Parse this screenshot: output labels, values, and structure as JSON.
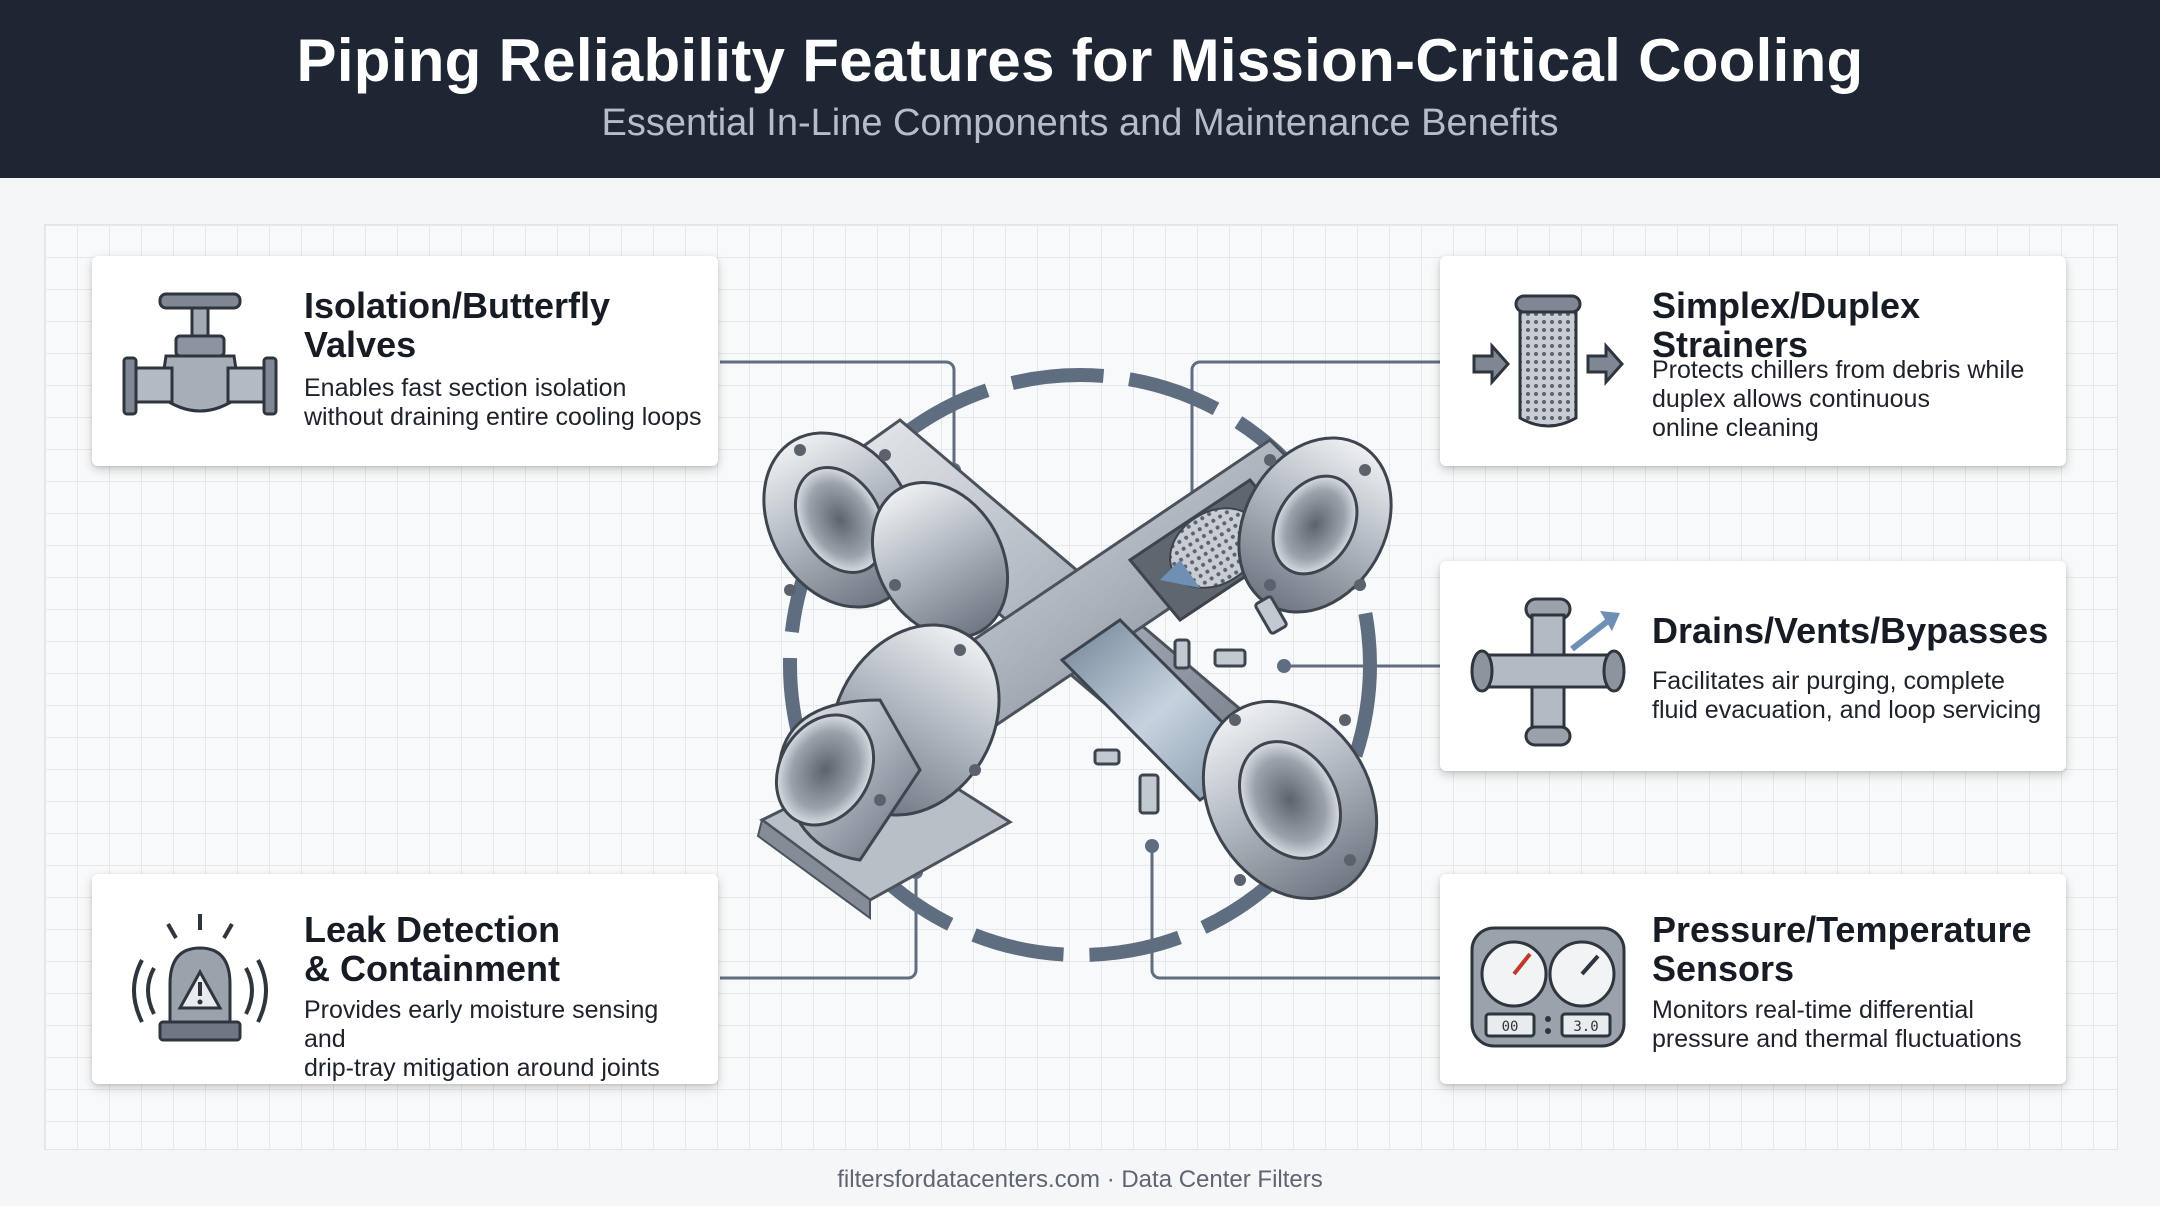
{
  "header": {
    "title": "Piping Reliability Features for Mission-Critical Cooling",
    "subtitle": "Essential In-Line Components and Maintenance Benefits"
  },
  "cards": {
    "valves": {
      "title_line1": "Isolation/Butterfly",
      "title_line2": "Valves",
      "desc_line1": "Enables fast section isolation",
      "desc_line2": "without draining entire cooling loops",
      "icon": "valve-icon"
    },
    "strainers": {
      "title_line1": "Simplex/Duplex",
      "title_line2": "Strainers",
      "desc_line1": "Protects chillers from debris while",
      "desc_line2": "duplex allows continuous",
      "desc_line3": "online cleaning",
      "icon": "strainer-icon"
    },
    "drains": {
      "title": "Drains/Vents/Bypasses",
      "desc_line1": "Facilitates air purging, complete",
      "desc_line2": "fluid evacuation, and loop servicing",
      "icon": "pipe-cross-icon"
    },
    "leak": {
      "title_line1": "Leak Detection",
      "title_line2": "& Containment",
      "desc_line1": "Provides early moisture sensing and",
      "desc_line2": "drip-tray mitigation around joints",
      "icon": "alarm-beacon-icon"
    },
    "sensors": {
      "title_line1": "Pressure/Temperature",
      "title_line2": "Sensors",
      "desc_line1": "Monitors real-time differential",
      "desc_line2": "pressure and thermal fluctuations",
      "icon": "gauge-panel-icon",
      "display_left": "00",
      "display_right": "3.0"
    }
  },
  "footer": "filtersfordatacenters.com · Data Center Filters",
  "colors": {
    "header_bg": "#1e2533",
    "connector": "#5f6d80",
    "ring": "#5f6d80",
    "steel": "#9aa3ae",
    "arrow": "#6f8fb5"
  }
}
